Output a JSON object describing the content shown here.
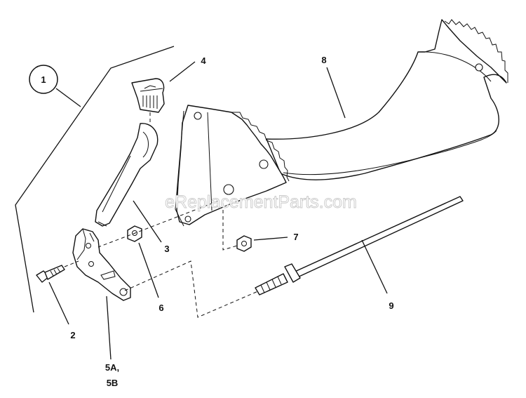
{
  "watermark": "eReplacementParts.com",
  "callouts": {
    "c1": "1",
    "c2": "2",
    "c3": "3",
    "c4": "4",
    "c5_line1": "5A,",
    "c5_line2": "5B",
    "c6": "6",
    "c7": "7",
    "c8": "8",
    "c9": "9"
  }
}
